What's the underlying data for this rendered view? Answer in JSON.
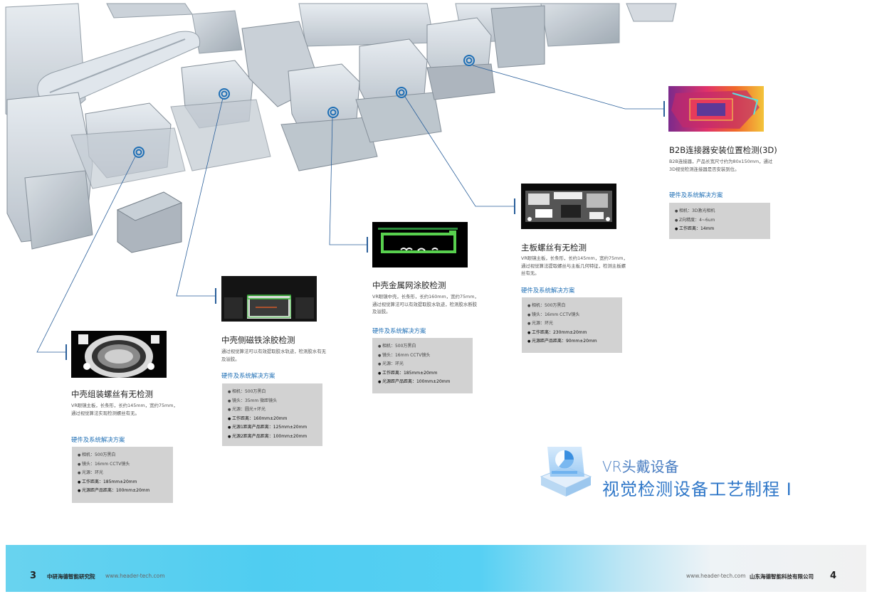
{
  "footer": {
    "left_page": "3",
    "left_org": "中研海德智能研究院",
    "left_url": "www.header-tech.com",
    "right_url": "www.header-tech.com",
    "right_org": "山东海德智能科技有限公司",
    "right_page": "4"
  },
  "heading": {
    "line1": "VR头戴设备",
    "line2": "视觉检测设备工艺制程 I"
  },
  "cards": [
    {
      "title": "中壳组装螺丝有无检测",
      "desc": "VR眼镜主板，长条形，长约145mm，宽约75mm，通过视觉算法实现检测螺丝有无。",
      "sub": "硬件及系统解决方案",
      "specs": [
        "相机：500万黑白",
        "镜头：16mm CCTV镜头",
        "光源：环光",
        "工作距离：185mm±20mm",
        "光源距产品距离：100mm±20mm"
      ]
    },
    {
      "title": "中壳侧磁铁涂胶检测",
      "desc": "通过视觉算法可以有效提取胶水轨迹，检测胶水有无及溢胶。",
      "sub": "硬件及系统解决方案",
      "specs": [
        "相机：500万黑白",
        "镜头：35mm 微距镜头",
        "光源：圆光+环光",
        "工作距离：160mm±20mm",
        "光源1距离产品距离：125mm±20mm",
        "光源2距离产品距离：100mm±20mm"
      ]
    },
    {
      "title": "中壳金属网涂胶检测",
      "desc": "VR眼镜中壳，长条形，长约160mm，宽约75mm，通过视觉算法可以有效提取胶水轨迹，检测胶水断胶及溢胶。",
      "sub": "硬件及系统解决方案",
      "specs": [
        "相机：500万黑白",
        "镜头：16mm CCTV镜头",
        "光源：环光",
        "工作距离：185mm±20mm",
        "光源距产品距离：100mm±20mm"
      ]
    },
    {
      "title": "主板螺丝有无检测",
      "desc": "VR眼镜主板，长条形，长约145mm，宽约75mm，通过视觉算法提取螺丝与主板几何特征，检测主板螺丝有无。",
      "sub": "硬件及系统解决方案",
      "specs": [
        "相机：500万黑白",
        "镜头：16mm CCTV镜头",
        "光源：环光",
        "工作距离：230mm±20mm",
        "光源距产品距离：90mm±20mm"
      ]
    },
    {
      "title": "B2B连接器安装位置检测(3D)",
      "desc": "B2B连接器，产品长宽尺寸约为80x150mm，通过3D视觉检测连接器是否安装到位。",
      "sub": "硬件及系统解决方案",
      "specs": [
        "相机：3D激光相机",
        "Z向精度：4~6um",
        "工作距离：14mm"
      ]
    }
  ],
  "colors": {
    "accent": "#1f6fb5",
    "callout_line": "#2a5f9a",
    "spec_box": "#d2d2d2"
  }
}
